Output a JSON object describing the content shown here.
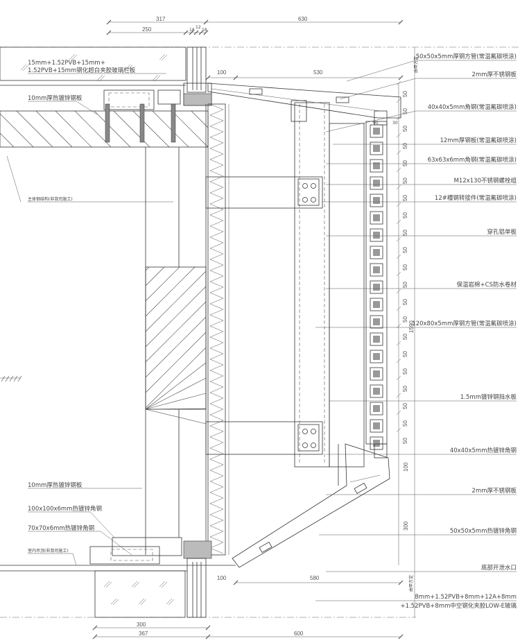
{
  "drawing": {
    "dimensions_top": {
      "d317": "317",
      "d630": "630",
      "d250": "250",
      "d18a": "18",
      "d12": "12",
      "d18b": "18",
      "d100": "100",
      "d530": "530",
      "d90": "90",
      "d30": "30"
    },
    "dimensions_right": {
      "d50": "50",
      "d1590": "1590",
      "d100": "100",
      "d300": "300",
      "by_owner_top": "由甲方定",
      "by_owner_bottom": "由甲方定"
    },
    "dimensions_bottom": {
      "d100": "100",
      "d580": "580",
      "d300": "300",
      "d367": "367",
      "d600": "600"
    },
    "labels_left": [
      {
        "line1": "15mm+1.52PVB+15mm+",
        "line2": "1.52PVB+15mm钢化超白夹胶玻璃栏板"
      },
      {
        "text": "10mm厚热镀锌钢板"
      },
      {
        "text": "主体钢结构(非我司施工)"
      },
      {
        "text": "10mm厚热镀锌钢板"
      },
      {
        "text": "100x100x6mm热镀锌角钢"
      },
      {
        "text": "70x70x6mm热镀锌角钢"
      },
      {
        "text": "室内吊顶(非我司施工)"
      }
    ],
    "labels_right": [
      {
        "text": "50x50x5mm厚钢方管(常温氟碳喷涂)"
      },
      {
        "text": "2mm厚不锈钢板"
      },
      {
        "text": "40x40x5mm角钢(常温氟碳喷涂)"
      },
      {
        "text": "12mm厚钢板(常温氟碳喷涂)"
      },
      {
        "text": "63x63x6mm角钢(常温氟碳喷涂)"
      },
      {
        "text": "M12x130不锈钢螺栓组"
      },
      {
        "text": "12#槽钢转接件(常温氟碳喷涂)"
      },
      {
        "text": "穿孔铝单板"
      },
      {
        "text": "保温岩棉+CS防水卷材"
      },
      {
        "text": "120x80x5mm厚钢方管(常温氟碳喷涂)"
      },
      {
        "text": "1.5mm镀锌钢挡水板"
      },
      {
        "text": "40x40x5mm热镀锌角钢"
      },
      {
        "text": "2mm厚不锈钢板"
      },
      {
        "text": "50x50x5mm热镀锌角钢"
      },
      {
        "text": "底部开泄水口"
      },
      {
        "line1": "8mm+1.52PVB+8mm+12A+8mm",
        "line2": "+1.52PVB+8mm中空钢化夹胶LOW-E玻璃"
      }
    ]
  }
}
